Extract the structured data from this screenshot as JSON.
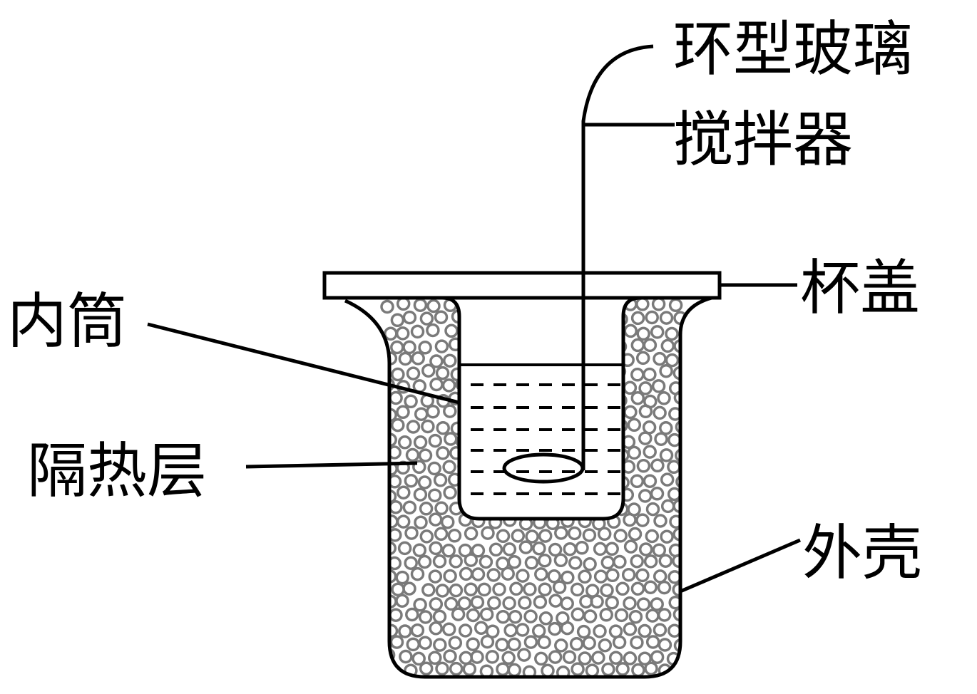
{
  "labels": {
    "stirrer_line1": "环型玻璃",
    "stirrer_line2": "搅拌器",
    "lid": "杯盖",
    "inner_cylinder": "内筒",
    "insulation": "隔热层",
    "outer_shell": "外壳"
  },
  "colors": {
    "stroke": "#000000",
    "bead": "#7a7a7a",
    "background": "#ffffff"
  }
}
